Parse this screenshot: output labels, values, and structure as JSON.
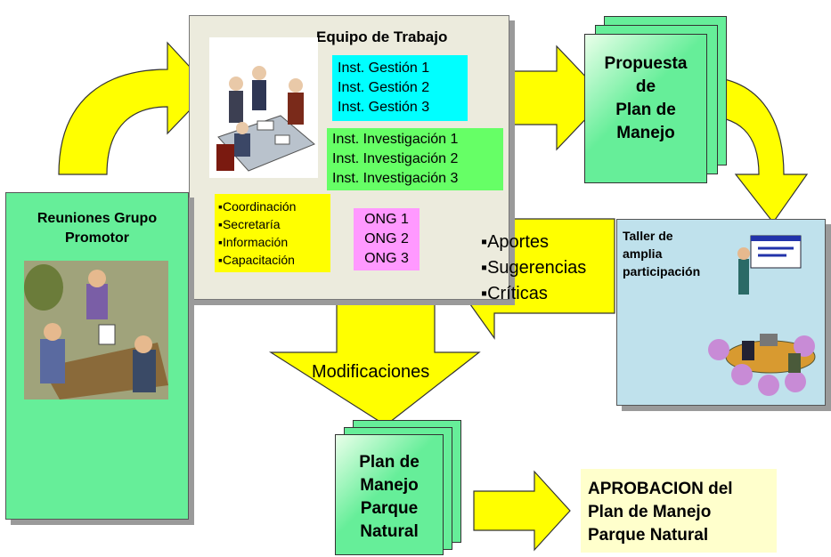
{
  "equipo": {
    "title": "Equipo de Trabajo",
    "gestion": [
      "Inst. Gestión 1",
      "Inst. Gestión 2",
      "Inst. Gestión 3"
    ],
    "investigacion": [
      "Inst. Investigación 1",
      "Inst. Investigación 2",
      "Inst. Investigación 3"
    ],
    "funciones": [
      "▪Coordinación",
      "▪Secretaría",
      "▪Información",
      "▪Capacitación"
    ],
    "ong": [
      "ONG 1",
      "ONG 2",
      "ONG 3"
    ]
  },
  "reuniones": {
    "line1": "Reuniones Grupo",
    "line2": "Promotor"
  },
  "propuesta": {
    "lines": [
      "Propuesta",
      "de",
      "Plan de",
      "Manejo"
    ]
  },
  "taller": {
    "lines": [
      "Taller de",
      "amplia",
      "participación"
    ]
  },
  "aportes": {
    "items": [
      "▪Aportes",
      "▪Sugerencias",
      "▪Críticas"
    ]
  },
  "modificaciones": {
    "label": "Modificaciones"
  },
  "plan": {
    "lines": [
      "Plan de",
      "Manejo",
      "Parque",
      "Natural"
    ]
  },
  "aprobacion": {
    "lines": [
      "APROBACION del",
      "Plan de Manejo",
      "Parque Natural"
    ]
  },
  "colors": {
    "gestion_bg": "#00ffff",
    "investigacion_bg": "#66ff66",
    "funciones_bg": "#ffff00",
    "ong_bg": "#ff99ff",
    "arrow_yellow": "#ffff00",
    "doc_green": "#66ee99"
  }
}
